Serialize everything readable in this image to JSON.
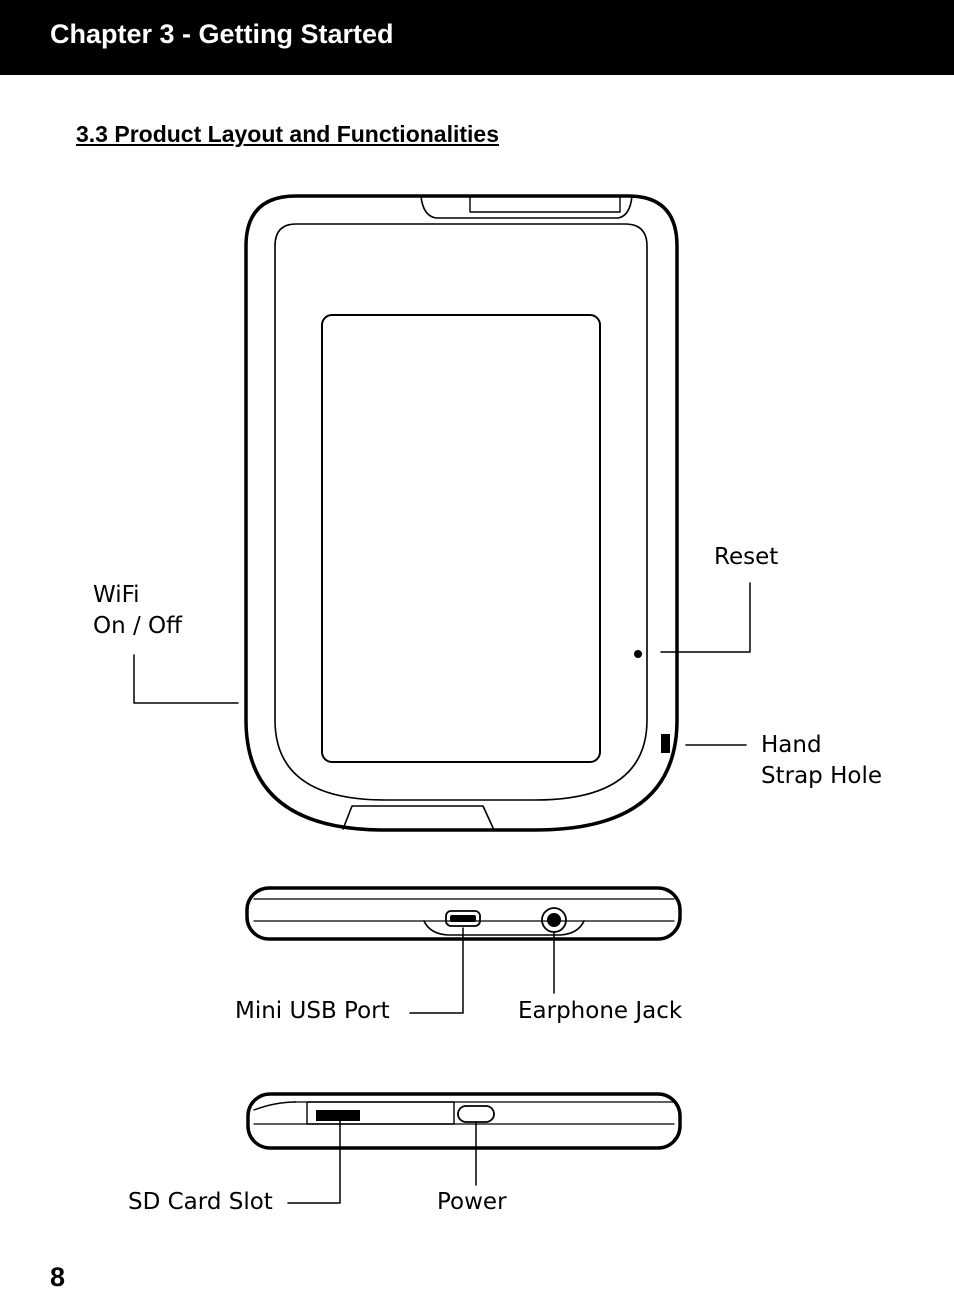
{
  "header": {
    "chapter_title": "Chapter 3 - Getting Started"
  },
  "section": {
    "title": "3.3 Product Layout and Functionalities"
  },
  "labels": {
    "wifi_line1": "WiFi",
    "wifi_line2": "On / Off",
    "reset": "Reset",
    "hand_strap_line1": "Hand",
    "hand_strap_line2": "Strap Hole",
    "mini_usb": "Mini USB Port",
    "earphone": "Earphone Jack",
    "sd_card": "SD Card Slot",
    "power": "Power"
  },
  "footer": {
    "page_number": "8"
  }
}
